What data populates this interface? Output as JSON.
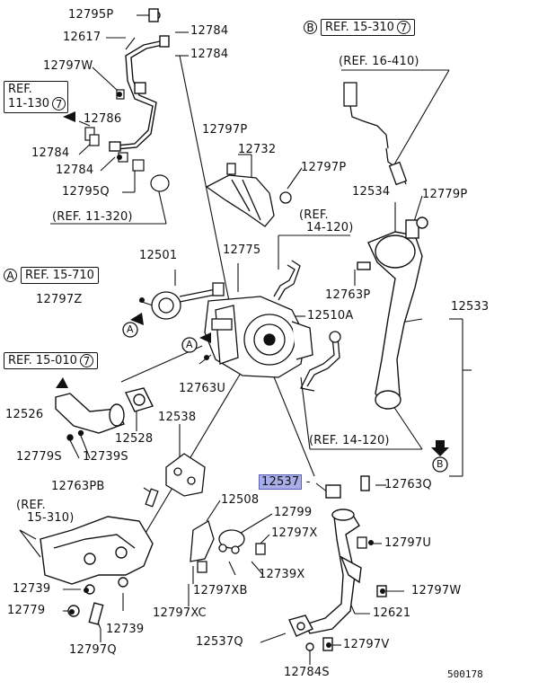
{
  "diagram": {
    "highlighted_part": "12537",
    "parts": {
      "p12795P": "12795P",
      "p12784a": "12784",
      "p12617": "12617",
      "p12784b": "12784",
      "p12797W": "12797W",
      "p12786": "12786",
      "p12784c": "12784",
      "p12784d": "12784",
      "p12795Q": "12795Q",
      "p12797Pa": "12797P",
      "p12732": "12732",
      "p12797Pb": "12797P",
      "p12534": "12534",
      "p12779P": "12779P",
      "p12775": "12775",
      "p12501": "12501",
      "p12797Z": "12797Z",
      "p12763P": "12763P",
      "p12510A": "12510A",
      "p12533": "12533",
      "p12763U": "12763U",
      "p12526": "12526",
      "p12528": "12528",
      "p12779S": "12779S",
      "p12739S": "12739S",
      "p12538": "12538",
      "p12537": "12537",
      "p12763Q": "12763Q",
      "p12763PB": "12763PB",
      "p12508": "12508",
      "p12799": "12799",
      "p12797X": "12797X",
      "p12797U": "12797U",
      "p12739X": "12739X",
      "p12797XB": "12797XB",
      "p12739a": "12739",
      "p12797W2": "12797W",
      "p12779": "12779",
      "p12739b": "12739",
      "p12797XC": "12797XC",
      "p12621": "12621",
      "p12797Q": "12797Q",
      "p12537Q": "12537Q",
      "p12797V": "12797V",
      "p12784S": "12784S"
    },
    "refs": {
      "ref_15_310_top": {
        "prefix": "B",
        "text": "REF. 15-310",
        "num": "7"
      },
      "ref_16_410": "(REF. 16-410)",
      "ref_11_130": {
        "line1": "REF.",
        "line2": "11-130",
        "num": "7"
      },
      "ref_11_320": "(REF. 11-320)",
      "ref_14_120_top": {
        "line1": "(REF.",
        "line2": "14-120)"
      },
      "ref_15_710": {
        "prefix": "A",
        "text": "REF. 15-710"
      },
      "ref_15_010": {
        "text": "REF. 15-010",
        "num": "7"
      },
      "ref_14_120_mid": "(REF. 14-120)",
      "ref_15_310_low": {
        "line1": "(REF.",
        "line2": "15-310)"
      }
    },
    "markers": {
      "a": "A",
      "b": "B"
    },
    "diagram_code": "500178"
  }
}
